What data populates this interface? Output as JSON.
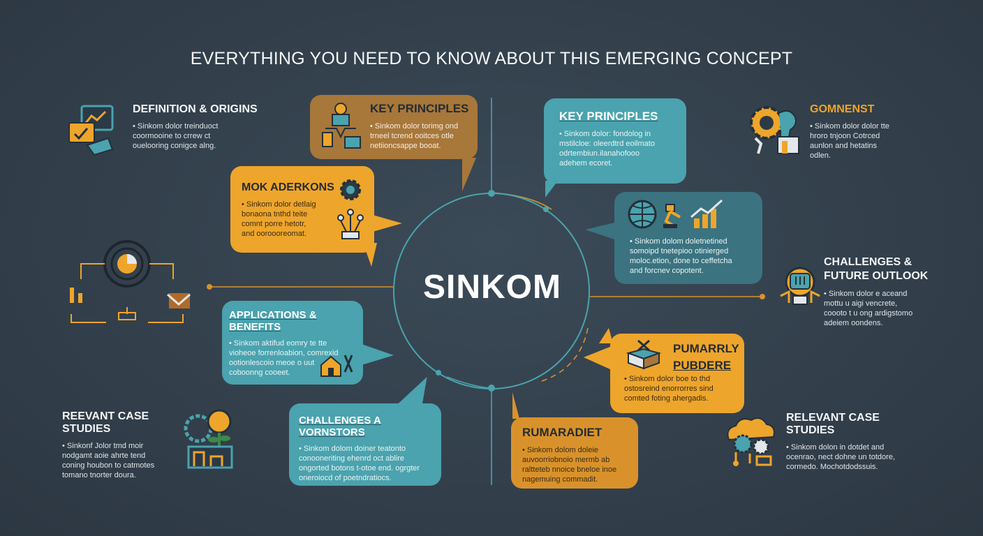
{
  "header": {
    "title": "EVERYTHING YOU NEED TO KNOW ABOUT THIS EMERGING CONCEPT"
  },
  "hub": {
    "label": "SINKOM"
  },
  "colors": {
    "background": "#35424e",
    "teal": "#4aa3ae",
    "gold": "#eea52b",
    "brown": "#a8773a",
    "line": "#d9922b"
  },
  "left": {
    "definition": {
      "heading": "DEFINITION & ORIGINS",
      "body": "• Sinkom dolor treinduoct\ncoormooine to crrew ct\nouelooring conigce alng."
    },
    "case_studies": {
      "heading": "REEVANT CASE STUDIES",
      "body": "• Sinkonf Jolor tmd moir\nnodgamt aoie ahrte tend\nconing houbon to catmotes\ntomano tnorter doura."
    }
  },
  "bubbles": {
    "key_principles_brown": {
      "heading": "KEY PRINCIPLES",
      "body": "• Sinkom dolor torimg ond\ntrneel tcrend ooitces otle\nnetiioncsappe booat."
    },
    "mok_aderkons": {
      "heading": "MOK ADERKONS",
      "body": "• Sinkom dolor detlaig\nbonaona tnthd teite\ncomnt porre hetotr,\nand ooroooreomat."
    },
    "applications": {
      "heading": "APPLICATIONS & BENEFITS",
      "body": "• Sinkom aktifud eomry te tte\nvioheoe forrenloabion, comrexid\nootionlescoio meoe o uut\ncoboonng cooeet."
    },
    "challenges_vorn": {
      "heading": "CHALLENGES A VORNSTORS",
      "body": "• Sinkom dolom doiner teatonto\nconooneriting ehenrd oct ablire\nongorted botons t-otoe end. ogrgter\noneroiocd of poetndratiocs."
    },
    "key_principles_teal": {
      "heading": "KEY PRINCIPLES",
      "body": "• Sinkom dolor: fondolog in\nmstilcloe: oleerdtrd eoilmato\nodrtembiun.ilanahofooo\nadehem ecoret."
    },
    "dark_teal": {
      "heading": "",
      "body": "• Sinkom dolom doletnetined\nsomoipd tnetepioo otinierged\nmoloc.etion, done to ceffetcha\nand forcnev copotent."
    },
    "pumarrey": {
      "heading": "PUMARRLY",
      "subheading": "PUBDERE",
      "body": "• Sinkom dolor boe to thd\nostosreind enorrorres sind\ncomted foting ahergadis."
    },
    "rumaradiet": {
      "heading": "RUMARADIET",
      "body": "• Sinkom dolom doleie\nauvoorriobnoio mermb ab\nraltteteb nnoice bneloe inoe\nnagemuing commadit."
    }
  },
  "right": {
    "gomnest": {
      "heading": "GOMNENST",
      "body": "• Sinkom dolor dolor tte\nhroro tnjoon Cotrced\naunlon and hetatins\nodlen."
    },
    "challenges_future": {
      "heading": "CHALLENGES &\nFUTURE OUTLOOK",
      "body": "• Sinkom dolor e aceand\nmottu u aigi vencrete,\ncoooto t u ong ardigstomo\nadeiem oondens."
    },
    "case_studies": {
      "heading": "RELEVANT CASE STUDIES",
      "body": "• Sinkom dolon in dotdet and\nocenrao, nect dohne un totdore,\ncormedo. Mochotdodssuis."
    }
  }
}
